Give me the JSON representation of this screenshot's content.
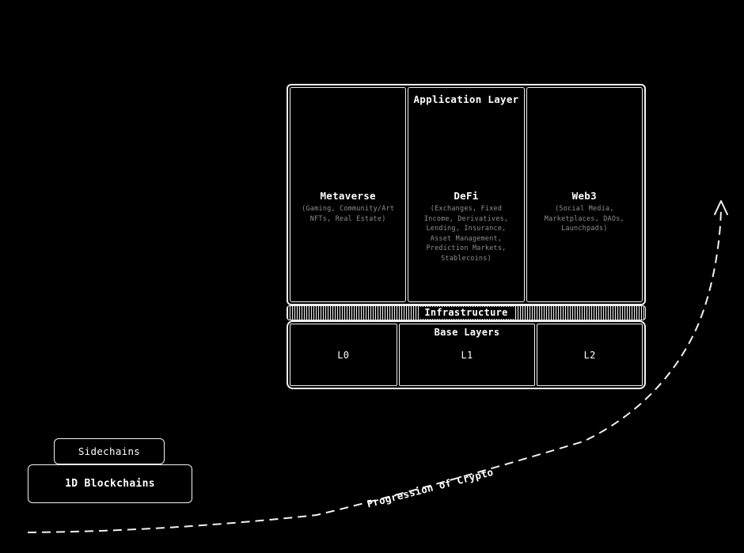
{
  "colors": {
    "background": "#000000",
    "border": "#f2f2f2",
    "text": "#ffffff",
    "muted_text": "#8e8e8e"
  },
  "application_layer": {
    "title": "Application Layer",
    "columns": [
      {
        "title": "Metaverse",
        "subtitle": "(Gaming, Community/Art\nNFTs, Real Estate)"
      },
      {
        "title": "DeFi",
        "subtitle": "(Exchanges, Fixed\nIncome, Derivatives,\nLending, Insurance,\nAsset Management,\nPrediction Markets,\nStablecoins)"
      },
      {
        "title": "Web3",
        "subtitle": "(Social Media,\nMarketplaces, DAOs,\nLaunchpads)"
      }
    ]
  },
  "infrastructure": {
    "label": "Infrastructure"
  },
  "base_layers": {
    "title": "Base Layers",
    "cells": [
      "L0",
      "L1",
      "L2"
    ]
  },
  "legacy_stack": {
    "sidechains_label": "Sidechains",
    "blockchains_label": "1D Blockchains"
  },
  "progression": {
    "label": "Progression of Crypto"
  }
}
